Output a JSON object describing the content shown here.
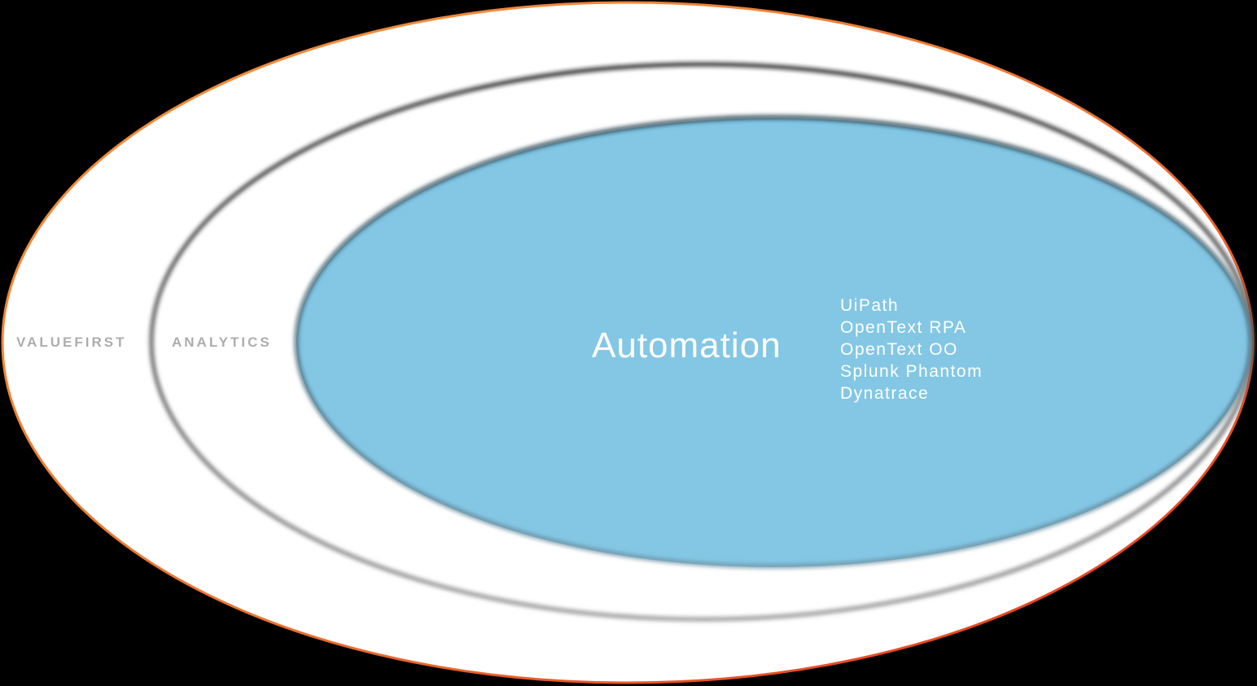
{
  "diagram": {
    "type": "nested-ellipses",
    "rings": [
      {
        "label": "VALUEFIRST"
      },
      {
        "label": "ANALYTICS"
      },
      {
        "label": "Automation",
        "items": [
          "UiPath",
          "OpenText RPA",
          "OpenText OO",
          "Splunk Phantom",
          "Dynatrace"
        ]
      }
    ],
    "colors": {
      "background": "#000000",
      "outer_fill": "#FFFFFF",
      "outer_stroke_start": "#F2953F",
      "outer_stroke_mid": "#EB7231",
      "outer_stroke_end": "#E5341C",
      "middle_fill": "#FFFFFF",
      "inner_fill": "#83C7E5",
      "ring_label_text": "#ADADAD",
      "inner_text": "#FFFFFF"
    }
  }
}
